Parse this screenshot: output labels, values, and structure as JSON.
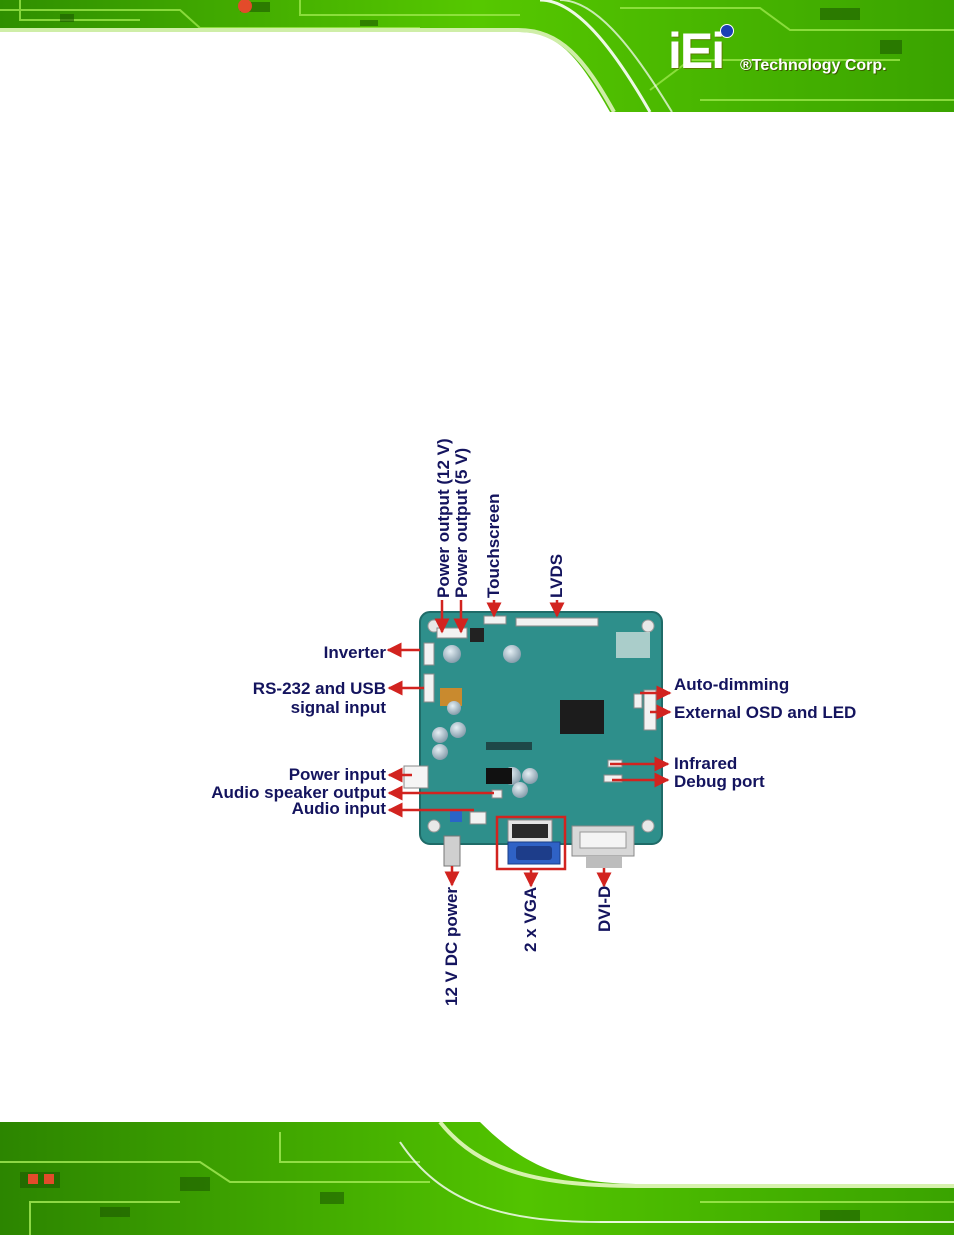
{
  "header": {
    "logo_mark": "iEi",
    "logo_text": "®Technology Corp."
  },
  "figure": {
    "labels": {
      "power_12v": "Power output (12 V)",
      "power_5v": "Power output (5 V)",
      "touchscreen": "Touchscreen",
      "lvds": "LVDS",
      "inverter": "Inverter",
      "rs232_line1": "RS-232 and USB",
      "rs232_line2": "signal input",
      "power_input": "Power input",
      "audio_speaker": "Audio speaker output",
      "audio_input": "Audio input",
      "auto_dimming": "Auto-dimming",
      "external_osd": "External OSD and LED",
      "infrared": "Infrared",
      "debug_port": "Debug port",
      "dc_power": "12 V DC power",
      "vga": "2 x VGA",
      "dvi": "DVI-D"
    },
    "colors": {
      "board": "#2e8f8b",
      "arrow": "#d2231f",
      "label": "#14145e",
      "banner_green": "#4cc400"
    }
  }
}
